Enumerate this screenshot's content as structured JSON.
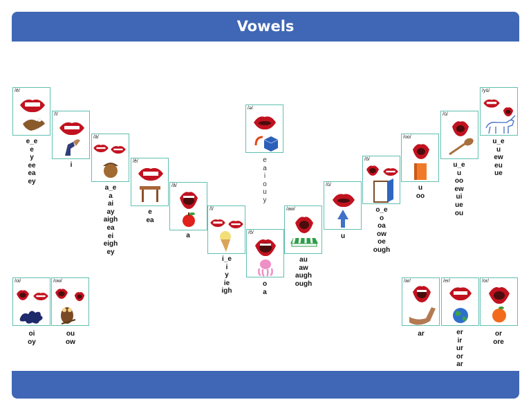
{
  "title": "Vowels",
  "cards": [
    {
      "label": "/ē/",
      "spellings": [
        "e_e",
        "e",
        "y",
        "ee",
        "ea",
        "ey"
      ]
    },
    {
      "label": "/ī/",
      "spellings": [
        "i"
      ]
    },
    {
      "label": "/ā/",
      "spellings": [
        "a_e",
        "a",
        "ai",
        "ay",
        "aigh",
        "ea",
        "ei",
        "eigh",
        "ey"
      ]
    },
    {
      "label": "/ĕ/",
      "spellings": [
        "e",
        "ea"
      ]
    },
    {
      "label": "/ă/",
      "spellings": [
        "a"
      ]
    },
    {
      "label": "/ĭ/",
      "spellings": [
        "i_e",
        "i",
        "y",
        "ie",
        "igh"
      ]
    },
    {
      "label": "/ə/",
      "spellings": [
        "e",
        "a",
        "i",
        "o",
        "u",
        "y"
      ]
    },
    {
      "label": "/ŏ/",
      "spellings": [
        "o",
        "a"
      ]
    },
    {
      "label": "/aw/",
      "spellings": [
        "au",
        "aw",
        "augh",
        "ough"
      ]
    },
    {
      "label": "/ŭ/",
      "spellings": [
        "u"
      ]
    },
    {
      "label": "/ō/",
      "spellings": [
        "o_e",
        "o",
        "oa",
        "ow",
        "oe",
        "ough"
      ]
    },
    {
      "label": "/oo/",
      "spellings": [
        "u",
        "oo"
      ]
    },
    {
      "label": "/ū/",
      "spellings": [
        "u_e",
        "u",
        "oo",
        "ew",
        "ui",
        "ue",
        "ou"
      ]
    },
    {
      "label": "/yū/",
      "spellings": [
        "u_e",
        "u",
        "ew",
        "eu",
        "ue"
      ]
    },
    {
      "label": "/oi/",
      "spellings": [
        "oi",
        "oy"
      ]
    },
    {
      "label": "/ow/",
      "spellings": [
        "ou",
        "ow"
      ]
    },
    {
      "label": "/ar/",
      "spellings": [
        "ar"
      ]
    },
    {
      "label": "/er/",
      "spellings": [
        "er",
        "ir",
        "ur",
        "or",
        "ar"
      ]
    },
    {
      "label": "/or/",
      "spellings": [
        "or",
        "ore"
      ]
    }
  ]
}
